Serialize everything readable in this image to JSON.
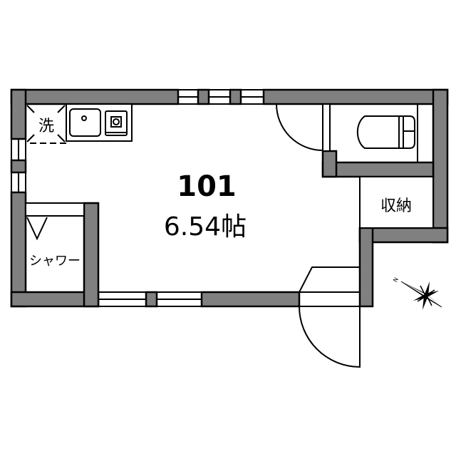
{
  "floorplan": {
    "room_number": "101",
    "room_area": "6.54帖",
    "labels": {
      "washer": "洗",
      "shower": "シャワー",
      "storage": "収納"
    },
    "compass": {
      "north_label": "N"
    },
    "colors": {
      "wall": "#808080",
      "line": "#000000",
      "background": "#ffffff"
    }
  }
}
